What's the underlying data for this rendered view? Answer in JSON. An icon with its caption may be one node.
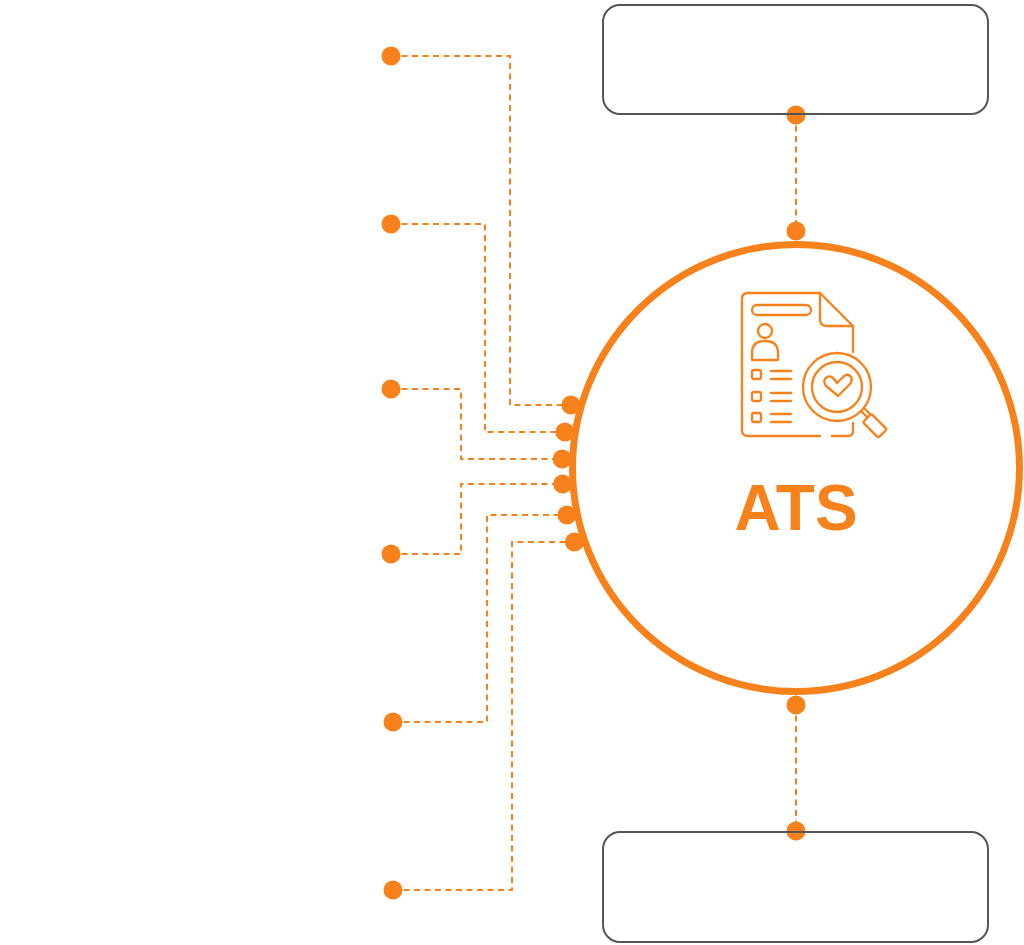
{
  "diagram": {
    "nodes": [
      {
        "text": [],
        "shape": "box"
      },
      {
        "text": [
          "ATS"
        ]
      },
      {
        "text": [],
        "shape": "box"
      }
    ],
    "edges": [
      {
        "from": null,
        "to": 1,
        "arrow": "other",
        "style": "dashed"
      },
      {
        "from": null,
        "to": 1,
        "arrow": "other",
        "style": "dashed"
      },
      {
        "from": null,
        "to": 1,
        "arrow": "other",
        "style": "dashed"
      },
      {
        "from": null,
        "to": 1,
        "arrow": "other",
        "style": "dashed"
      },
      {
        "from": null,
        "to": 1,
        "arrow": "other",
        "style": "dashed"
      },
      {
        "from": null,
        "to": 1,
        "arrow": "other",
        "style": "dashed"
      },
      {
        "from": 0,
        "to": 1,
        "arrow": "other",
        "style": "dashed"
      },
      {
        "from": 1,
        "to": 2,
        "arrow": "other",
        "style": "dashed"
      }
    ]
  }
}
